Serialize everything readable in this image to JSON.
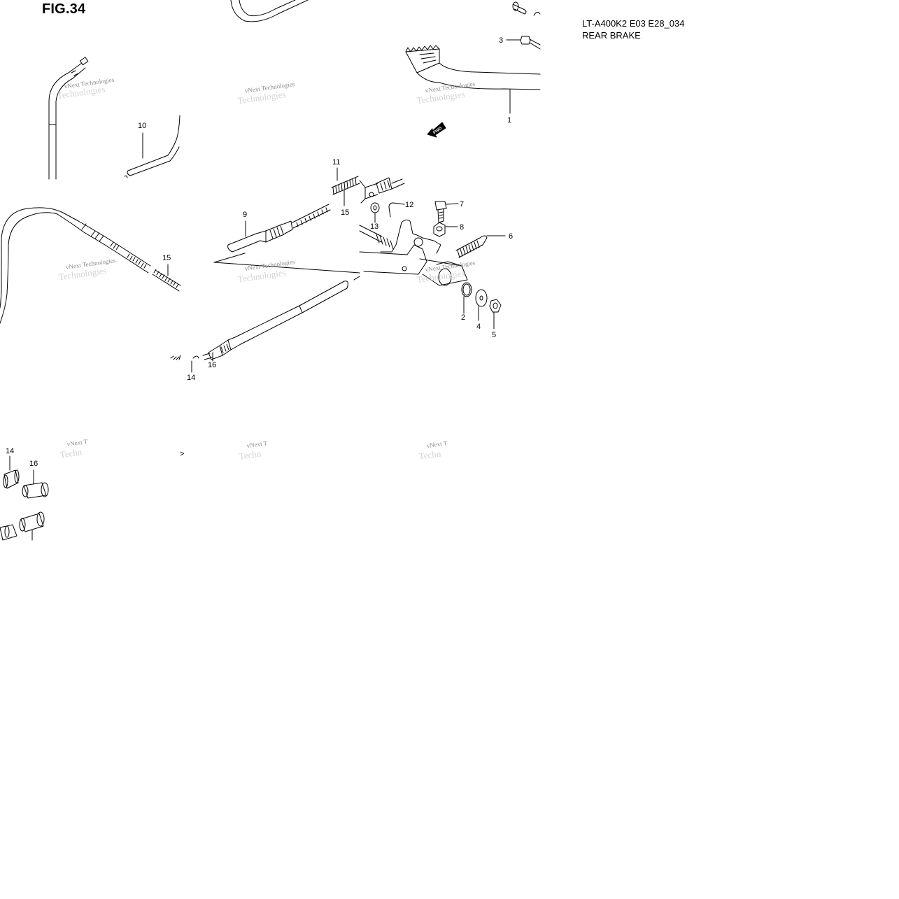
{
  "figure": {
    "label": "FIG.34",
    "model_code": "LT-A400K2 E03 E28_034",
    "section_title": "REAR BRAKE"
  },
  "watermark": {
    "line1": "vNext Technologies",
    "line2": "Technologies",
    "short": "vNext T",
    "short_big": "Techn"
  },
  "direction_badge": "FWD",
  "arrow_glyph": ">",
  "callouts": {
    "c1": "1",
    "c2": "2",
    "c3": "3",
    "c4": "4",
    "c5": "5",
    "c6": "6",
    "c7": "7",
    "c8": "8",
    "c9": "9",
    "c10": "10",
    "c11": "11",
    "c12": "12",
    "c13": "13",
    "c14a": "14",
    "c14b": "14",
    "c15a": "15",
    "c15b": "15",
    "c16a": "16",
    "c16b": "16"
  },
  "colors": {
    "line": "#000000",
    "watermark": "#8a8a8a"
  }
}
